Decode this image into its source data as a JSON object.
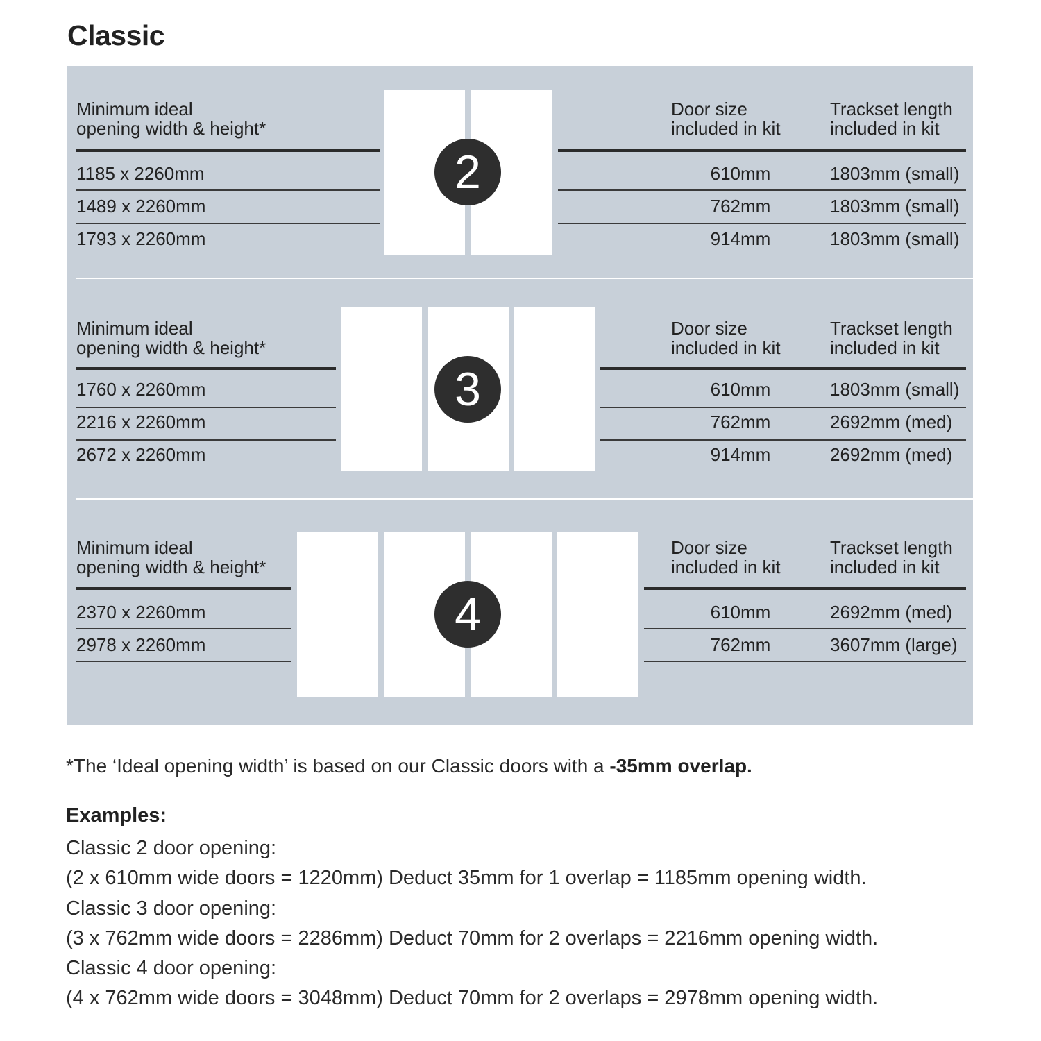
{
  "title": "Classic",
  "headers": {
    "opening_line1": "Minimum ideal",
    "opening_line2": "opening width & height*",
    "door_line1": "Door size",
    "door_line2": "included in kit",
    "track_line1": "Trackset length",
    "track_line2": "included in kit"
  },
  "sections": [
    {
      "badge": "2",
      "rows": [
        {
          "opening": "1185 x 2260mm",
          "door": "610mm",
          "track": "1803mm (small)"
        },
        {
          "opening": "1489 x 2260mm",
          "door": "762mm",
          "track": "1803mm (small)"
        },
        {
          "opening": "1793 x 2260mm",
          "door": "914mm",
          "track": "1803mm (small)"
        }
      ]
    },
    {
      "badge": "3",
      "rows": [
        {
          "opening": "1760 x 2260mm",
          "door": "610mm",
          "track": "1803mm (small)"
        },
        {
          "opening": "2216 x 2260mm",
          "door": "762mm",
          "track": "2692mm (med)"
        },
        {
          "opening": "2672 x 2260mm",
          "door": "914mm",
          "track": "2692mm (med)"
        }
      ]
    },
    {
      "badge": "4",
      "rows": [
        {
          "opening": "2370 x 2260mm",
          "door": "610mm",
          "track": "2692mm (med)"
        },
        {
          "opening": "2978 x 2260mm",
          "door": "762mm",
          "track": "3607mm (large)"
        }
      ]
    }
  ],
  "footnote": {
    "text": "*The ‘Ideal opening width’ is based on our Classic doors with a ",
    "bold": "-35mm overlap."
  },
  "examples": {
    "heading": "Examples:",
    "lines": [
      "Classic 2 door opening:",
      "(2 x 610mm wide doors = 1220mm)  Deduct 35mm for 1 overlap = 1185mm opening width.",
      "Classic 3 door opening:",
      "(3 x 762mm wide doors = 2286mm)  Deduct 70mm for 2 overlaps = 2216mm opening width.",
      "Classic 4 door opening:",
      "(4 x 762mm wide doors = 3048mm)  Deduct 70mm for 2 overlaps = 2978mm opening width."
    ]
  }
}
